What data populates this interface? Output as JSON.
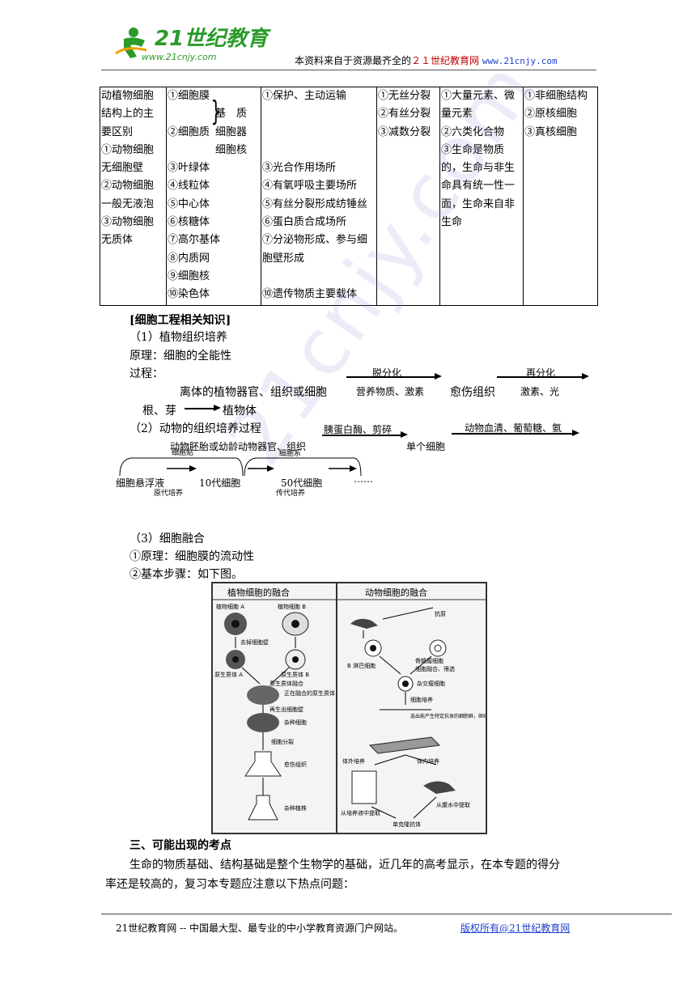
{
  "header": {
    "logo_text": "21世纪教育",
    "logo_url": "www.21cnjy.com",
    "note_prefix": "本资料来自于资源最齐全的",
    "note_brand": "２１世纪教育网",
    "note_url": "www.21cnjy.com"
  },
  "table": {
    "col1": [
      "动植物细胞",
      "结构上的主",
      "要区别",
      "①动物细胞",
      "无细胞壁",
      "②动物细胞",
      "一般无液泡",
      "③动物细胞",
      "无质体"
    ],
    "col2": {
      "line1": "①细胞膜",
      "brace_top": "基　质",
      "line2": "②细胞质",
      "brace_mid": "细胞器",
      "brace_bot": "细胞核",
      "rest": [
        "③叶绿体",
        "④线粒体",
        "⑤中心体",
        "⑥核糖体",
        "⑦高尔基体",
        "⑧内质网",
        "⑨细胞核",
        "⑩染色体"
      ]
    },
    "col3": {
      "top": "①保护、主动运输",
      "lines": [
        "③光合作用场所",
        "④有氧呼吸主要场所",
        "⑤有丝分裂形成纺锤丝",
        "⑥蛋白质合成场所",
        "⑦分泌物形成、参与细",
        "胞壁形成"
      ],
      "bottom": "⑩遗传物质主要载体"
    },
    "col4": [
      "①无丝分裂",
      "②有丝分裂",
      "③减数分裂"
    ],
    "col5": [
      "①大量元素、微",
      "量元素",
      "②六类化合物",
      "③生命是物质",
      "的，生命与非生",
      "命具有统一性一",
      "面，生命来自非",
      "生命"
    ],
    "col6": [
      "①非细胞结构",
      "②原核细胞",
      "③真核细胞"
    ]
  },
  "body": {
    "section_title": "[细胞工程相关知识]",
    "s1_title": "（1）植物组织培养",
    "s1_principle": "原理：细胞的全能性",
    "s1_process": "过程：",
    "s1_start": "离体的植物器官、组织或细胞",
    "s1_arrow1_top": "脱分化",
    "s1_arrow1_bottom": "营养物质、激素",
    "s1_callus": "愈伤组织",
    "s1_arrow2_top": "再分化",
    "s1_arrow2_bottom": "激素、光",
    "s1_cont": "根、芽",
    "s1_plant": "植物体",
    "s2_title": "（2）动物的组织培养过程",
    "s2_arrow1_top": "胰蛋白酶、剪碎",
    "s2_single": "单个细胞",
    "s2_arrow2_top": "动物血清、葡萄糖、氨",
    "s2_source": "动物胚胎或幼龄动物器官、组织",
    "s2_small1": "细胞贴",
    "s2_small2": "细胞系",
    "s2_susp": "细胞悬浮液",
    "s2_gen10": "10代细胞",
    "s2_gen50": "50代细胞",
    "s2_ellipsis": "……",
    "s2_primary": "原代培养",
    "s2_passage": "传代培养",
    "s3_title": "（3）细胞融合",
    "s3_principle": "①原理：细胞膜的流动性",
    "s3_steps": "②基本步骤：如下图。"
  },
  "figure": {
    "left_title": "植物细胞的融合",
    "right_title": "动物细胞的融合",
    "plant_a": "植物细胞 A",
    "plant_b": "植物细胞 B",
    "remove_wall": "去掉细胞壁",
    "proto_a": "原生质体 A",
    "proto_b": "原生质体 B",
    "proto_fuse": "原生质体融合",
    "fusing": "正在融合的原生质体",
    "regen": "再生出细胞壁",
    "hybrid": "杂种细胞",
    "divide": "细胞分裂",
    "callus": "愈伤组织",
    "plant": "杂种植株",
    "antigen": "抗原",
    "bcell": "B 淋巴细胞",
    "myeloma": "骨髓瘤细胞",
    "fuse_select": "细胞融合、筛选",
    "hybridoma": "杂交瘤细胞",
    "culture": "细胞培养",
    "select_ab": "选出能产生特定抗体的细胞群，继续培养",
    "in_vitro": "体外培养",
    "in_vivo": "体内培养",
    "from_culture": "从培养液中提取",
    "from_ascites": "从腹水中提取",
    "mab": "单克隆抗体"
  },
  "section3": {
    "heading": "三、可能出现的考点",
    "para_line1": "生命的物质基础、结构基础是整个生物学的基础，近几年的高考显示，在本专题的得分",
    "para_line2": "率还是较高的，复习本专题应注意以下热点问题："
  },
  "footer": {
    "left": "21世纪教育网 -- 中国最大型、最专业的中小学教育资源门户网站。",
    "right": "版权所有@21世纪教育网"
  },
  "watermark": "21cnjy.com"
}
